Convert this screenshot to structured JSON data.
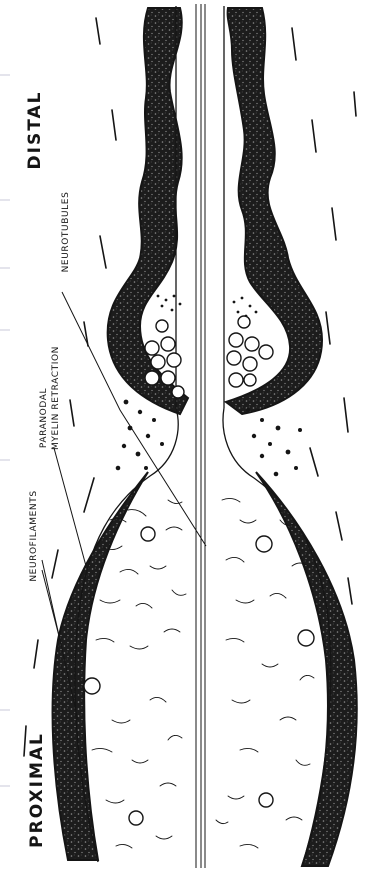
{
  "figure": {
    "labels": {
      "distal": "DISTAL",
      "proximal": "PROXIMAL",
      "neurotubules": "NEUROTUBULES",
      "paranodal_line1": "PARANODAL",
      "paranodal_line2": "MYELIN RETRACTION",
      "neurofilaments": "NEUROFILAMENTS"
    },
    "colors": {
      "ink": "#151515",
      "paper": "#ffffff"
    }
  }
}
